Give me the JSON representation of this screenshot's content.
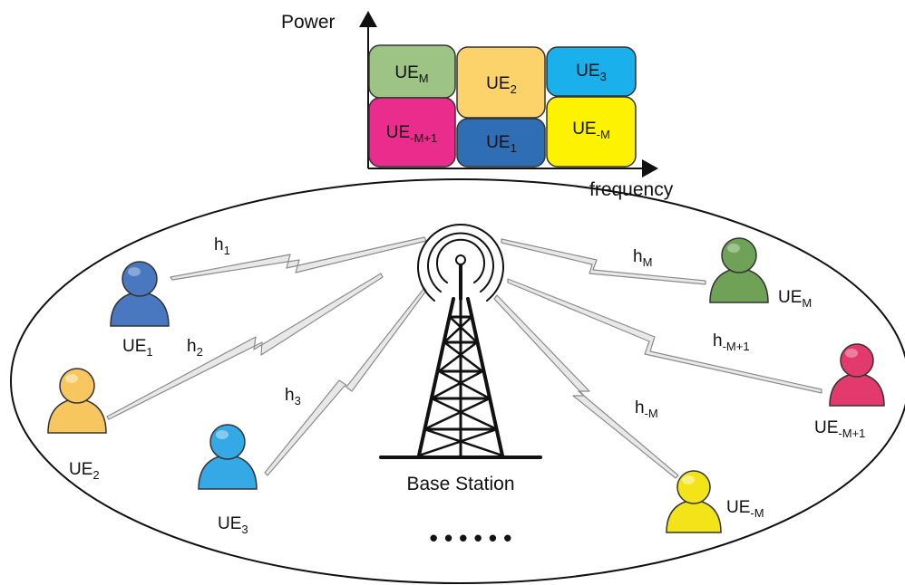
{
  "chart": {
    "y_axis_label": "Power",
    "x_axis_label": "frequency",
    "blocks": [
      {
        "label": "UE",
        "sub": "M",
        "color": "#9dc484"
      },
      {
        "label": "UE",
        "sub": "2",
        "color": "#fcd26b"
      },
      {
        "label": "UE",
        "sub": "3",
        "color": "#1ab0ec"
      },
      {
        "label": "UE",
        "sub": "-M+1",
        "color": "#ea2d8c"
      },
      {
        "label": "UE",
        "sub": "1",
        "color": "#2f6eb5"
      },
      {
        "label": "UE",
        "sub": "-M",
        "color": "#fdf200"
      }
    ]
  },
  "network": {
    "base_station_label": "Base Station",
    "ellipsis": "• • • • • •",
    "users": [
      {
        "id": "ue1",
        "label": "UE",
        "sub": "1",
        "color": "#4a78c0"
      },
      {
        "id": "ue2",
        "label": "UE",
        "sub": "2",
        "color": "#f7c65e"
      },
      {
        "id": "ue3",
        "label": "UE",
        "sub": "3",
        "color": "#35a8e6"
      },
      {
        "id": "ueM",
        "label": "UE",
        "sub": "M",
        "color": "#6fa257"
      },
      {
        "id": "ueM1",
        "label": "UE",
        "sub": "-M+1",
        "color": "#e23a6c"
      },
      {
        "id": "ue-M",
        "label": "UE",
        "sub": "-M",
        "color": "#f2e419"
      }
    ],
    "channels": [
      {
        "label": "h",
        "sub": "1"
      },
      {
        "label": "h",
        "sub": "2"
      },
      {
        "label": "h",
        "sub": "3"
      },
      {
        "label": "h",
        "sub": "M"
      },
      {
        "label": "h",
        "sub": "-M+1"
      },
      {
        "label": "h",
        "sub": "-M"
      }
    ]
  }
}
